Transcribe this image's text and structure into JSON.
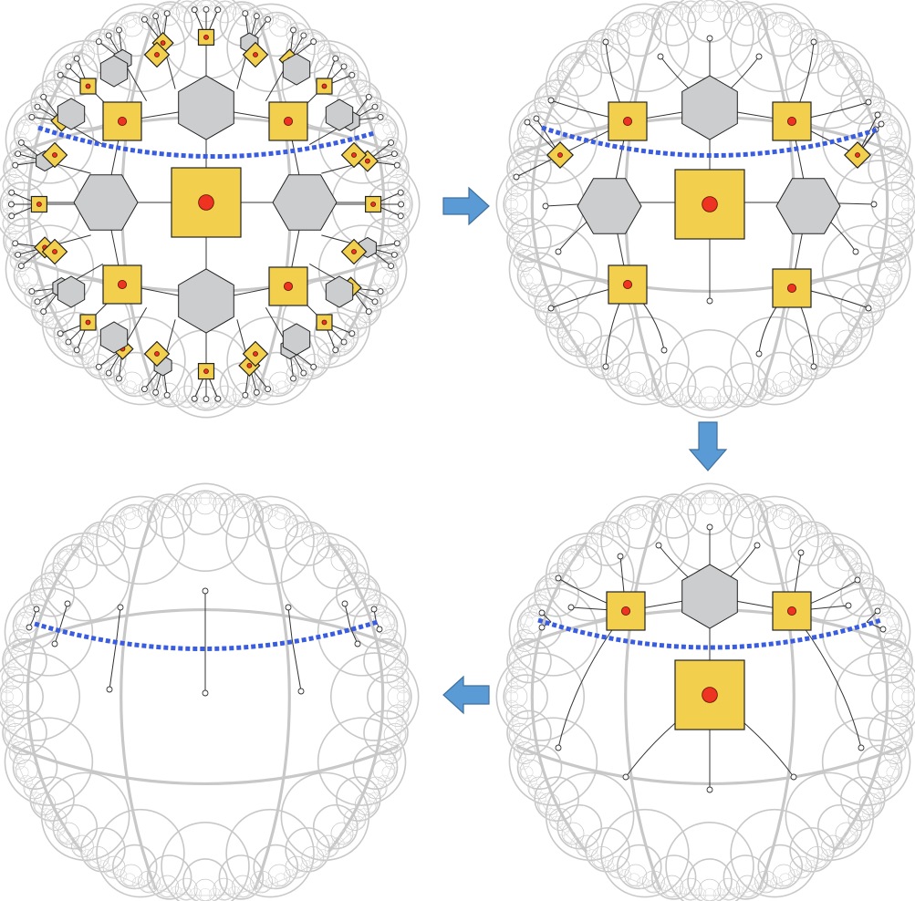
{
  "colors": {
    "background": "#ffffff",
    "grid": "#c8c8c8",
    "tensor_square": "#f2d04e",
    "tensor_outline": "#222222",
    "hexagon": "#cbcdce",
    "center_dot": "#ee3322",
    "cut": "#3a5de0",
    "arrow_fill": "#5b9bd5",
    "arrow_stroke": "#3f6f9e",
    "leg": "#333333"
  },
  "panels": [
    {
      "name": "panel-full-network",
      "contents": [
        "hyperbolic-grid",
        "hexagon-tensors",
        "square-tensors",
        "boundary-cut"
      ]
    },
    {
      "name": "panel-after-first-contraction",
      "contents": [
        "hyperbolic-grid",
        "hexagon-tensors",
        "square-tensors",
        "boundary-cut"
      ]
    },
    {
      "name": "panel-after-second-contraction",
      "contents": [
        "hyperbolic-grid",
        "hexagon-tensors",
        "square-tensors",
        "boundary-cut"
      ]
    },
    {
      "name": "panel-final-legs",
      "contents": [
        "hyperbolic-grid",
        "boundary-cut"
      ]
    }
  ],
  "arrows": [
    {
      "name": "arrow-right",
      "direction": "right"
    },
    {
      "name": "arrow-down",
      "direction": "down"
    },
    {
      "name": "arrow-left",
      "direction": "left"
    }
  ]
}
